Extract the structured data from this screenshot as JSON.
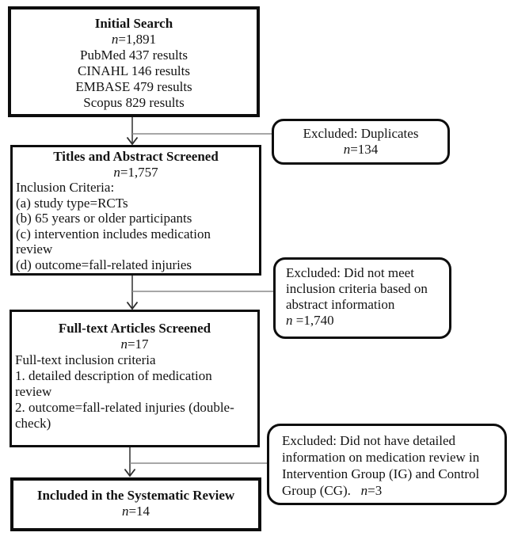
{
  "flowchart": {
    "title": "Systematic review literature search flow diagram",
    "colors": {
      "background": "#ffffff",
      "box_border": "#0d0d0d",
      "text": "#131313",
      "connector_vertical": "#3c3c3c",
      "connector_horizontal": "#8a8a8a"
    },
    "main_boxes": [
      {
        "title": "Initial Search",
        "n": "n=1,891",
        "lines": [
          "PubMed 437 results",
          "CINAHL 146 results",
          "EMBASE 479 results",
          "Scopus 829 results"
        ]
      },
      {
        "title": "Titles and Abstract Screened",
        "n": "n=1,757",
        "lines": [
          "Inclusion Criteria:",
          "(a) study type=RCTs",
          "(b) 65 years or older participants",
          "(c) intervention includes medication",
          "review",
          "(d) outcome=fall-related injuries"
        ]
      },
      {
        "title": "Full-text Articles Screened",
        "n": "n=17",
        "lines": [
          "Full-text inclusion criteria",
          "1. detailed description of medication",
          "review",
          "2. outcome=fall-related injuries (double-",
          "check)"
        ]
      },
      {
        "title": "Included in the Systematic Review",
        "n": "n=14",
        "lines": []
      }
    ],
    "exclusion_boxes": [
      {
        "lines": [
          "Excluded: Duplicates",
          "n=134"
        ]
      },
      {
        "lines": [
          "Excluded: Did not meet",
          "inclusion criteria based on",
          "abstract information",
          "n =1,740"
        ]
      },
      {
        "lines": [
          "Excluded: Did not have detailed",
          "information on medication review in",
          "Intervention Group (IG) and Control",
          "Group (CG).   n=3"
        ]
      }
    ]
  }
}
